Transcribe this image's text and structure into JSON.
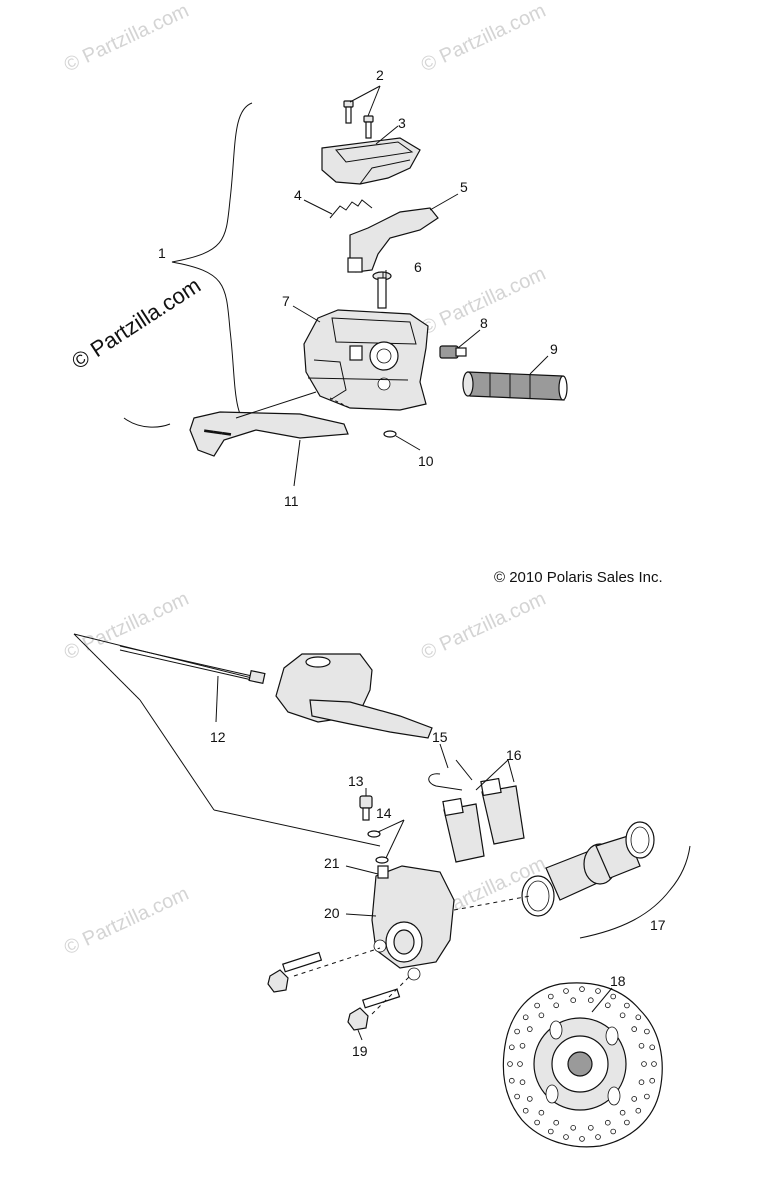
{
  "copyright": "© 2010 Polaris Sales Inc.",
  "watermarks": {
    "small": "© Partzilla.com",
    "large": "© Partzilla.com"
  },
  "callouts": [
    "1",
    "2",
    "3",
    "4",
    "5",
    "6",
    "7",
    "8",
    "9",
    "10",
    "11",
    "12",
    "13",
    "14",
    "15",
    "16",
    "17",
    "18",
    "19",
    "20",
    "21"
  ]
}
